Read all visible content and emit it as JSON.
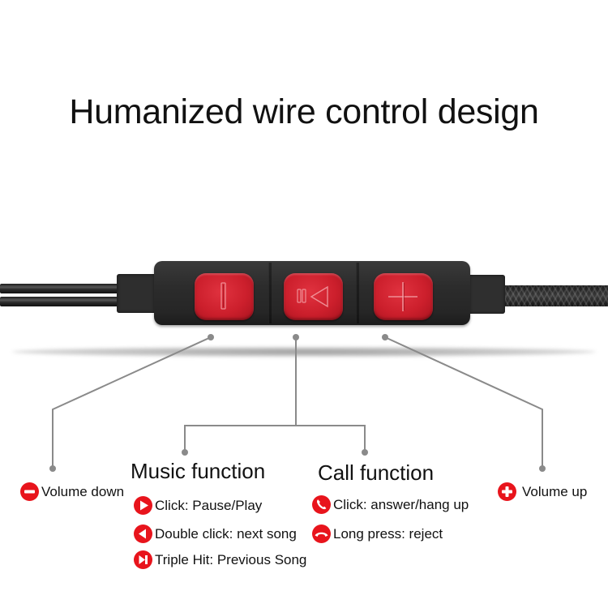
{
  "title": "Humanized wire control design",
  "colors": {
    "accent_red": "#e8141c",
    "button_red": "#cc1f2c",
    "remote_body": "#2c2c2c",
    "connector_line": "#8a8a8a"
  },
  "remote": {
    "buttons": [
      {
        "name": "volume-down-button",
        "glyph": "minus"
      },
      {
        "name": "multifunction-button",
        "glyph": "pause-play"
      },
      {
        "name": "volume-up-button",
        "glyph": "plus"
      }
    ]
  },
  "volume_down": {
    "icon": "minus-circle-icon",
    "label": "Volume down"
  },
  "volume_up": {
    "icon": "plus-circle-icon",
    "label": "Volume up"
  },
  "music": {
    "title": "Music function",
    "items": [
      {
        "icon": "play-circle-icon",
        "label": "Click: Pause/Play"
      },
      {
        "icon": "back-circle-icon",
        "label": "Double click: next song"
      },
      {
        "icon": "skip-circle-icon",
        "label": "Triple Hit: Previous Song"
      }
    ]
  },
  "call": {
    "title": "Call function",
    "items": [
      {
        "icon": "phone-answer-icon",
        "label": "Click: answer/hang up"
      },
      {
        "icon": "phone-reject-icon",
        "label": "Long press: reject"
      }
    ]
  }
}
